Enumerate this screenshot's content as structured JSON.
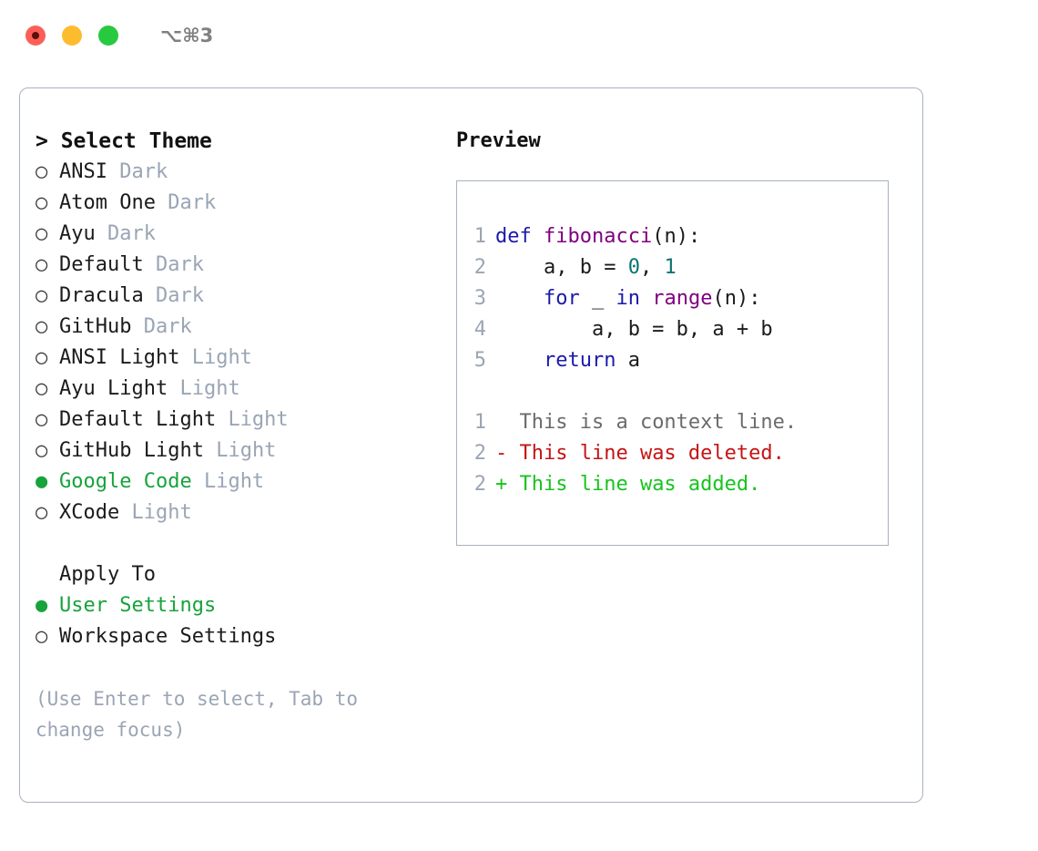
{
  "titlebar": {
    "shortcut": "⌥⌘3",
    "dots": [
      {
        "name": "close",
        "color": "#fc5f57"
      },
      {
        "name": "minimize",
        "color": "#fdbc2e"
      },
      {
        "name": "zoom",
        "color": "#27c93f"
      }
    ]
  },
  "theme_list": {
    "header": "> Select Theme",
    "items": [
      {
        "marker": "○",
        "name": "ANSI",
        "kind": "Dark",
        "selected": false
      },
      {
        "marker": "○",
        "name": "Atom One",
        "kind": "Dark",
        "selected": false
      },
      {
        "marker": "○",
        "name": "Ayu",
        "kind": "Dark",
        "selected": false
      },
      {
        "marker": "○",
        "name": "Default",
        "kind": "Dark",
        "selected": false
      },
      {
        "marker": "○",
        "name": "Dracula",
        "kind": "Dark",
        "selected": false
      },
      {
        "marker": "○",
        "name": "GitHub",
        "kind": "Dark",
        "selected": false
      },
      {
        "marker": "○",
        "name": "ANSI Light",
        "kind": "Light",
        "selected": false
      },
      {
        "marker": "○",
        "name": "Ayu Light",
        "kind": "Light",
        "selected": false
      },
      {
        "marker": "○",
        "name": "Default Light",
        "kind": "Light",
        "selected": false
      },
      {
        "marker": "○",
        "name": "GitHub Light",
        "kind": "Light",
        "selected": false
      },
      {
        "marker": "●",
        "name": "Google Code",
        "kind": "Light",
        "selected": true
      },
      {
        "marker": "○",
        "name": "XCode",
        "kind": "Light",
        "selected": false
      }
    ]
  },
  "apply_to": {
    "header": "Apply To",
    "items": [
      {
        "marker": "●",
        "name": "User Settings",
        "selected": true
      },
      {
        "marker": "○",
        "name": "Workspace Settings",
        "selected": false
      }
    ]
  },
  "hint": "(Use Enter to select, Tab to change focus)",
  "preview": {
    "title": "Preview",
    "code_lines": [
      {
        "number": "1",
        "tokens": [
          {
            "t": "def ",
            "c": "kw"
          },
          {
            "t": "fibonacci",
            "c": "fn"
          },
          {
            "t": "(n):",
            "c": "pl"
          }
        ]
      },
      {
        "number": "2",
        "tokens": [
          {
            "t": "    a, b = ",
            "c": "pl"
          },
          {
            "t": "0",
            "c": "num"
          },
          {
            "t": ", ",
            "c": "pl"
          },
          {
            "t": "1",
            "c": "num"
          }
        ]
      },
      {
        "number": "3",
        "tokens": [
          {
            "t": "    ",
            "c": "pl"
          },
          {
            "t": "for",
            "c": "kw"
          },
          {
            "t": " _ ",
            "c": "pl"
          },
          {
            "t": "in",
            "c": "kw"
          },
          {
            "t": " ",
            "c": "pl"
          },
          {
            "t": "range",
            "c": "fn"
          },
          {
            "t": "(n):",
            "c": "pl"
          }
        ]
      },
      {
        "number": "4",
        "tokens": [
          {
            "t": "        a, b = b, a + b",
            "c": "pl"
          }
        ]
      },
      {
        "number": "5",
        "tokens": [
          {
            "t": "    ",
            "c": "pl"
          },
          {
            "t": "return",
            "c": "kw"
          },
          {
            "t": " a",
            "c": "pl"
          }
        ]
      }
    ],
    "diff_lines": [
      {
        "number": "1",
        "sign": " ",
        "text": " This is a context line.",
        "kind": "ctx"
      },
      {
        "number": "2",
        "sign": "-",
        "text": " This line was deleted.",
        "kind": "del"
      },
      {
        "number": "2",
        "sign": "+",
        "text": " This line was added.",
        "kind": "add"
      }
    ]
  },
  "colors": {
    "accent_green": "#17a33c",
    "muted": "#9aa5b4",
    "border": "#a9b2c0",
    "keyword": "#1a1aab",
    "function": "#800080",
    "number": "#0b7373",
    "diff_add": "#17c41d",
    "diff_del": "#c51414",
    "diff_ctx": "#6b6b6b"
  }
}
